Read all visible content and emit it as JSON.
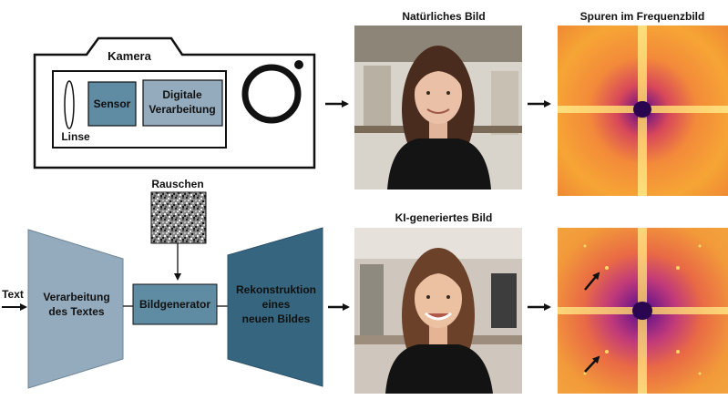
{
  "camera": {
    "title": "Kamera",
    "lens_label": "Linse",
    "sensor_label": "Sensor",
    "processing_line1": "Digitale",
    "processing_line2": "Verarbeitung"
  },
  "generator": {
    "input_label": "Text",
    "noise_label": "Rauschen",
    "text_block_line1": "Verarbeitung",
    "text_block_line2": "des Textes",
    "generator_label": "Bildgenerator",
    "recon_line1": "Rekonstruktion",
    "recon_line2": "eines",
    "recon_line3": "neuen Bildes"
  },
  "natural_image": {
    "title": "Natürliches Bild"
  },
  "ai_image": {
    "title": "KI-generiertes Bild"
  },
  "spectrum": {
    "title": "Spuren im Frequenzbild"
  },
  "colors": {
    "block_light": "#94abbd",
    "block_mid": "#5f8ba3",
    "block_dark": "#36657f",
    "spectrum_hot": "#ffe070",
    "spectrum_mid": "#f07a36",
    "spectrum_cool": "#b0307a",
    "spectrum_center": "#3a0a58"
  }
}
